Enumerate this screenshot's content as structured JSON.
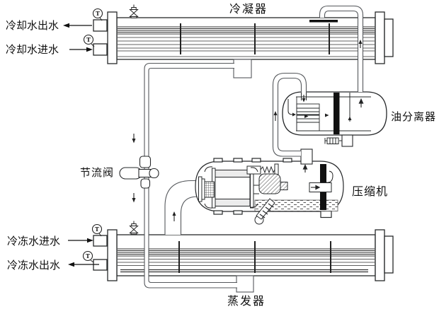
{
  "diagram": {
    "kind": "refrigeration-cycle-schematic",
    "background": "#ffffff"
  },
  "colors": {
    "line": "#26282a",
    "pipe": "#55585c",
    "tube_dark": "#2f2f2f",
    "tube_light": "#606060",
    "baffle_black": "#111111",
    "metal_fill": "#ececec",
    "text": "#111111"
  },
  "labels": {
    "condenser": "冷凝器",
    "cooling_water_outlet": "冷却水出水",
    "cooling_water_inlet": "冷却水进水",
    "oil_separator": "油分离器",
    "throttle_valve": "节流阀",
    "compressor": "压缩机",
    "chilled_water_inlet": "冷冻水进水",
    "chilled_water_outlet": "冷冻水出水",
    "evaporator": "蒸发器",
    "temperature_sensor": "T"
  },
  "icons": {
    "temperature_sensor": "circled-T",
    "relief_valve": "bowtie-valve",
    "flow_arrow": "filled-triangle"
  }
}
